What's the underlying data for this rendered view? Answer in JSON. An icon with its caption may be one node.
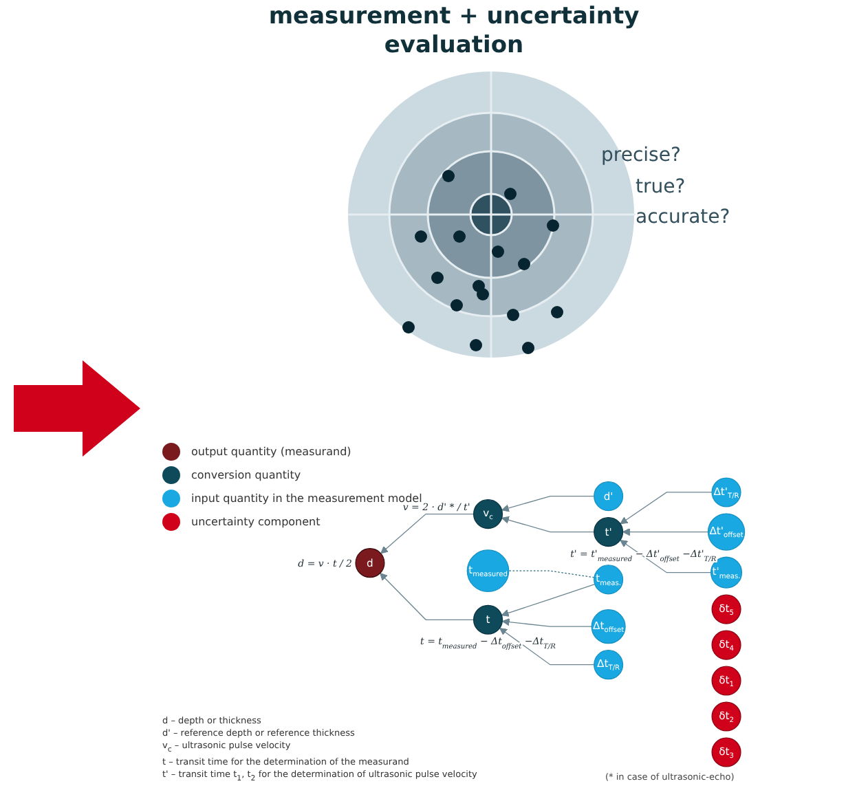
{
  "diagram": {
    "title": "measurement + uncertainty evaluation",
    "nodes": [
      {
        "text": [
          "t'$_{meas.}$"
        ]
      },
      {
        "text": [
          "d'"
        ]
      },
      {
        "text": [
          "Δt'$_{offset}$"
        ]
      },
      {
        "text": [
          "t'"
        ],
        "beside": [
          "t' = t'$_{measured}$ − Δt'$_{offset}$ −Δt'$_{T/R}$"
        ]
      },
      {
        "text": [
          "Δt'$_{T/R}$"
        ]
      },
      {
        "text": [
          "v$_{c}$"
        ],
        "beside": [
          "v = 2 · d' * / t'"
        ]
      },
      {
        "text": [
          "d"
        ],
        "beside": [
          "d = v · t / 2"
        ]
      },
      {
        "text": [
          "t$_{meas.}$"
        ]
      },
      {
        "text": [
          "δt$_{5}$"
        ]
      },
      {
        "text": [
          "t"
        ],
        "beside": [
          "t = t$_{measured}$ − Δt$_{offset}$ −Δt$_{T/R}$"
        ]
      },
      {
        "text": [
          "δt$_{4}$"
        ]
      },
      {
        "text": [
          "δt$_{1}$"
        ]
      },
      {
        "text": [
          "Δt$_{offset}$"
        ]
      },
      {
        "text": [
          "t$_{measured}$"
        ]
      },
      {
        "text": [
          "Δt$_{T/R}$"
        ]
      },
      {
        "text": [
          "δt$_{2}$"
        ]
      },
      {
        "text": [
          "δt$_{3}$"
        ]
      }
    ],
    "edges": [
      {
        "from": 1,
        "to": 5,
        "arrow": "to"
      },
      {
        "from": 3,
        "to": 5,
        "arrow": "to"
      },
      {
        "from": 5,
        "to": 6,
        "arrow": "to"
      },
      {
        "from": 9,
        "to": 6,
        "arrow": "to"
      },
      {
        "from": 7,
        "to": 9,
        "arrow": "to"
      },
      {
        "from": 12,
        "to": 9,
        "arrow": "to"
      },
      {
        "from": 14,
        "to": 9,
        "arrow": "to"
      },
      {
        "from": 0,
        "to": 3,
        "arrow": "to"
      },
      {
        "from": 2,
        "to": 3,
        "arrow": "to"
      },
      {
        "from": 4,
        "to": 3,
        "arrow": "to"
      },
      {
        "from": 7,
        "to": 13,
        "arrow": "none",
        "style": "dashed",
        "color": "#2a6a7a"
      }
    ],
    "labels": [
      "precise?",
      "true?",
      "accurate?",
      "d – depth or thickness",
      "d' – reference depth or reference thickness",
      "v$_{c}$ – ultrasonic pulse velocity",
      "t – transit time for the determination of the measurand",
      "t' – transit time t$_{1}$, t$_{2}$ for the determination of ultrasonic pulse velocity",
      "(* in case of ultrasonic-echo)"
    ],
    "legend": [
      {
        "text": "output quantity (measurand)",
        "color": "#7b1a1e"
      },
      {
        "text": "conversion quantity",
        "color": "#0e4a5a"
      },
      {
        "text": "input quantity in the measurement model",
        "color": "#1aa8e2"
      },
      {
        "text": "uncertainty component",
        "color": "#d0021b"
      }
    ]
  }
}
